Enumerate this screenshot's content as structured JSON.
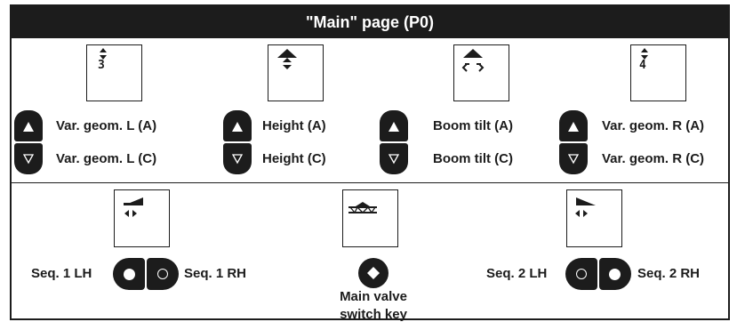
{
  "title": "\"Main\" page (P0)",
  "screens_top": [
    {
      "icon": "double-arrow-icon",
      "digit": "3"
    },
    {
      "icon": "height-icon"
    },
    {
      "icon": "boom-tilt-icon"
    },
    {
      "icon": "double-arrow-icon",
      "digit": "4"
    }
  ],
  "keys_top": [
    {
      "up_label": "Var. geom. L (A)",
      "down_label": "Var. geom. L (C)"
    },
    {
      "up_label": "Height (A)",
      "down_label": "Height (C)"
    },
    {
      "up_label": "Boom tilt (A)",
      "down_label": "Boom tilt (C)"
    },
    {
      "up_label": "Var. geom. R (A)",
      "down_label": "Var. geom. R (C)"
    }
  ],
  "bottom": {
    "seq1": {
      "left_label": "Seq. 1 LH",
      "right_label": "Seq. 1 RH"
    },
    "main_valve": {
      "label_line1": "Main valve",
      "label_line2": "switch key"
    },
    "seq2": {
      "left_label": "Seq. 2 LH",
      "right_label": "Seq. 2 RH"
    }
  },
  "colors": {
    "ink": "#1c1c1c",
    "background": "#ffffff"
  }
}
